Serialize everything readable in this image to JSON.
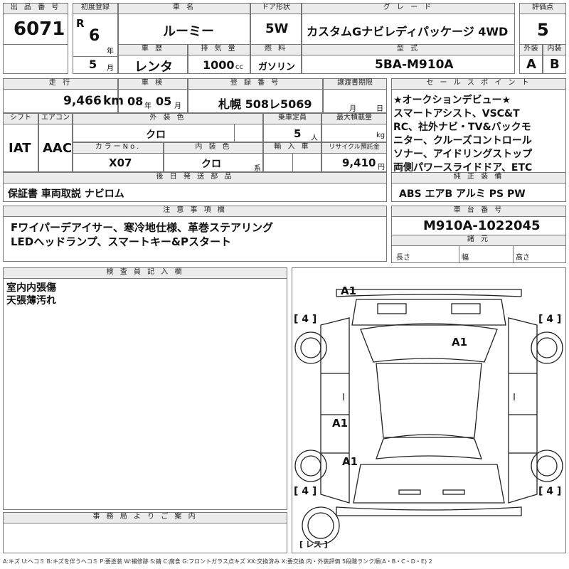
{
  "headers": {
    "lot_number": "出 品 番 号",
    "first_registration": "初度登録",
    "car_name": "車 名",
    "door_type": "ドア形状",
    "grade": "グ レ ー ド",
    "rating": "評価点",
    "history": "車 歴",
    "displacement": "排 気 量",
    "fuel": "燃 料",
    "model_type": "型 式",
    "exterior": "外装",
    "interior": "内装",
    "mileage": "走 行",
    "inspection": "車 検",
    "registration_number": "登 録 番 号",
    "transfer_deadline": "譲渡書期限",
    "selling_points": "セ ー ル ス ポ イ ン ト",
    "shift": "シフト",
    "aircon": "エアコン",
    "exterior_color": "外 装 色",
    "capacity": "乗車定員",
    "max_load": "最大積載量",
    "color_no": "カラーNo.",
    "interior_color": "内 装 色",
    "import": "輸 入 車",
    "recycle": "リサイクル預託金",
    "later_parts": "後 日 発 送 部 品",
    "genuine_equipment": "純 正 装 備",
    "notes": "注 意 事 項 欄",
    "chassis_number": "車 台 番 号",
    "dimensions": "諸 元",
    "inspector": "検 査 員 記 入 欄",
    "office": "事 務 局 よ り ご 案 内"
  },
  "lot_number": "6071",
  "era": "R",
  "first_reg_year": "6",
  "year_unit": "年",
  "first_reg_month": "5",
  "month_unit": "月",
  "car_name": "ルーミー",
  "door_type": "5W",
  "grade": "カスタムGナビレディパッケージ 4WD",
  "rating": "5",
  "history": "レンタ",
  "displacement": "1000",
  "displacement_unit": "cc",
  "fuel": "ガソリン",
  "model_type": "5BA-M910A",
  "exterior_grade": "A",
  "interior_grade": "B",
  "mileage": "9,466",
  "mileage_unit": "km",
  "inspection_year": "08",
  "inspection_month": "05",
  "registration": "札幌 508レ5069",
  "transfer_month": "月",
  "transfer_day": "日",
  "selling_points": [
    "★オークションデビュー★",
    "スマートアシスト、VSC&T",
    "RC、社外ナビ・TV&バックモ",
    "ニター、クルーズコントロール",
    "ソナー、アイドリングストップ",
    "両側パワースライドドア、ETC"
  ],
  "shift": "IAT",
  "aircon": "AAC",
  "exterior_color": "クロ",
  "capacity": "5",
  "capacity_unit": "人",
  "max_load_unit": "kg",
  "color_no": "X07",
  "interior_color": "クロ",
  "interior_color_unit": "系",
  "recycle_fee": "9,410",
  "recycle_unit": "円",
  "later_parts": "保証書 車両取説 ナビロム",
  "genuine_equipment": "ABS エアB アルミ PS PW",
  "notes": [
    "Fワイパーデアイサー、寒冷地仕様、革巻ステアリング",
    "LEDヘッドランプ、スマートキー&Pスタート"
  ],
  "chassis_number": "M910A-1022045",
  "dim_length": "長さ",
  "dim_width": "幅",
  "dim_height": "高さ",
  "inspector_notes": [
    "室内内張傷",
    "天張薄汚れ"
  ],
  "diagram": {
    "marks": [
      "A1",
      "A1",
      "A1",
      "A1"
    ],
    "tire_labels": [
      "[ 4 ]",
      "[ 4 ]",
      "[ 4 ]",
      "[ 4 ]"
    ],
    "spare": "[ レス ]"
  },
  "legend": "A:キズ U:ヘコミ B:キズを伴うヘコミ P:要塗装 W:補修跡 S:錆 C:腐食 G:フロントガラス点キズ XX:交換済み X:要交換 内・外装評価 5段階ランク順(A・B・C・D・E) 2"
}
